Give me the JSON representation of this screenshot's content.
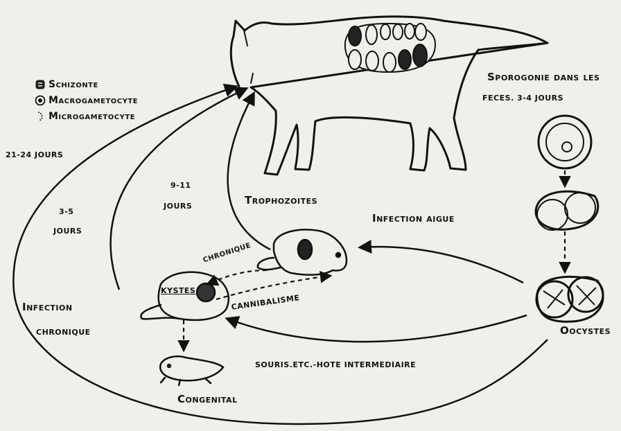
{
  "legend": {
    "schizonte": "Schizonte",
    "macrogametocyte": "Macrogametocyte",
    "microgametocyte": "Microgametocyte"
  },
  "labels": {
    "sporogonie_line1": "Sporogonie dans les",
    "sporogonie_line2": "FECES. 3-4 JOURS",
    "days_21_24": "21-24 JOURS",
    "days_9_11_a": "9-11",
    "days_9_11_b": "JOURS",
    "days_3_5_a": "3-5",
    "days_3_5_b": "JOURS",
    "trophozoites": "Trophozoites",
    "infection_aigue": "Infection aigue",
    "chronique_arrow": "CHRONIQUE",
    "kystes": "KYSTES",
    "cannibalisme": "CANNIBALISME",
    "infection_chronique_1": "Infection",
    "infection_chronique_2": "CHRONIQUE",
    "oocystes": "Oocystes",
    "souris": "SOURIS.ETC.-HOTE INTERMEDIAIRE",
    "congenital": "Congenital"
  },
  "colors": {
    "ink": "#111111",
    "paper": "#f1efe9"
  }
}
